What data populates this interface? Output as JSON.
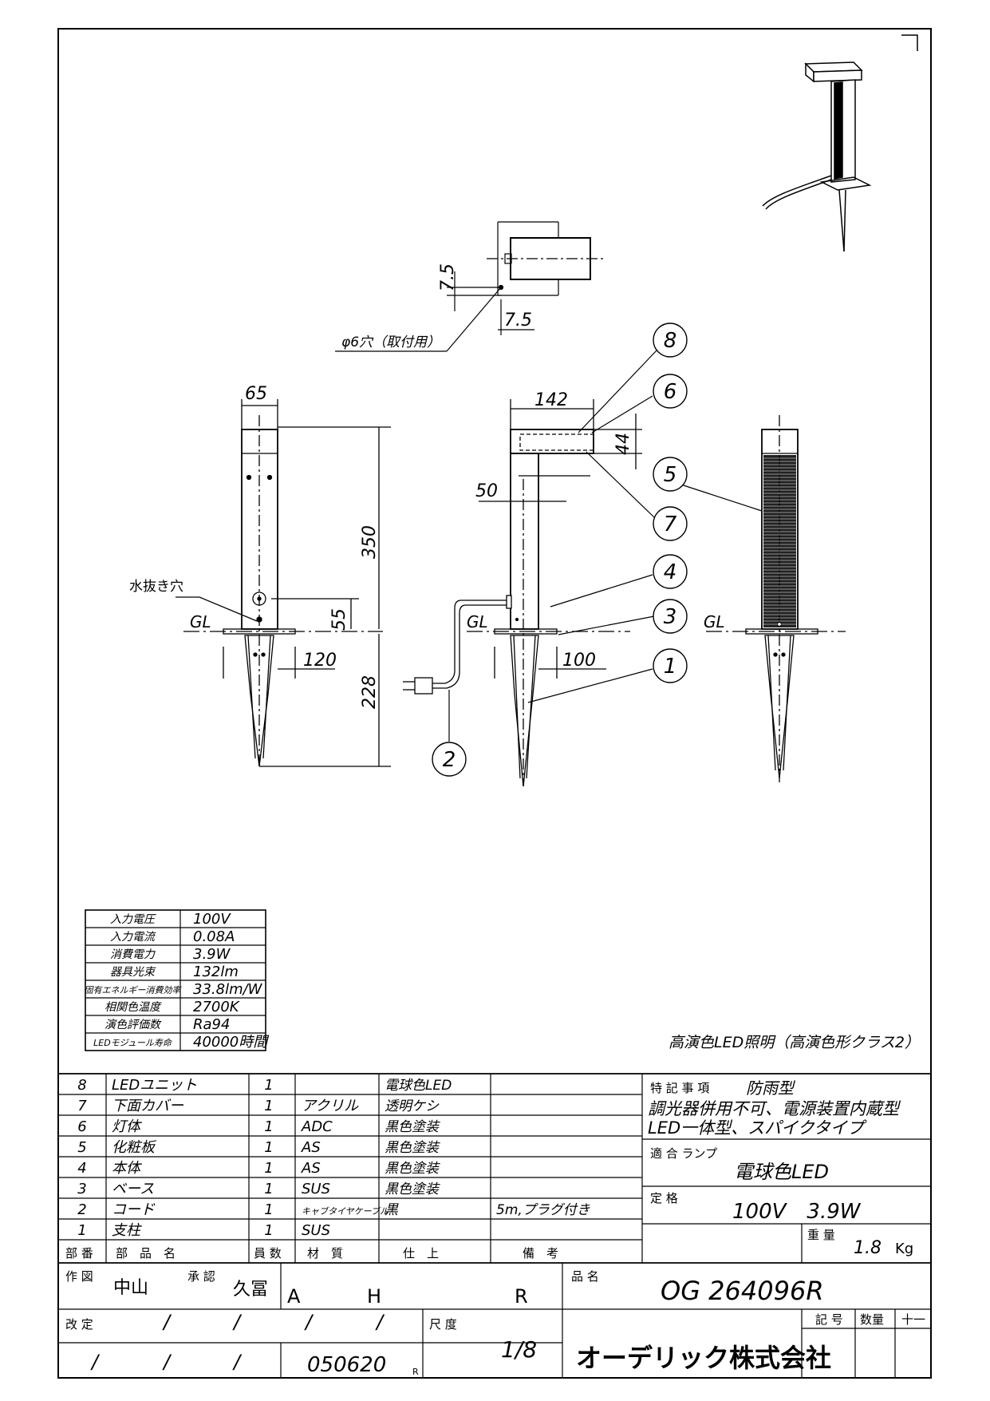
{
  "drawing": {
    "labels": {
      "hole_note": "φ6穴（取付用）",
      "drain_hole": "水抜き穴",
      "gl": "GL",
      "high_cri_note": "高演色LED照明（高演色形クラス2）"
    },
    "dimensions": {
      "d7_5_v": "7.5",
      "d7_5_h": "7.5",
      "d65": "65",
      "d350": "350",
      "d55": "55",
      "d120": "120",
      "d228": "228",
      "d142": "142",
      "d44": "44",
      "d50": "50",
      "d100": "100"
    },
    "callouts": [
      "1",
      "2",
      "3",
      "4",
      "5",
      "6",
      "7",
      "8"
    ]
  },
  "specs": [
    {
      "label": "入力電圧",
      "value": "100V"
    },
    {
      "label": "入力電流",
      "value": "0.08A"
    },
    {
      "label": "消費電力",
      "value": "3.9W"
    },
    {
      "label": "器具光束",
      "value": "132lm"
    },
    {
      "label": "固有エネルギー消費効率",
      "value": "33.8lm/W"
    },
    {
      "label": "相関色温度",
      "value": "2700K"
    },
    {
      "label": "演色評価数",
      "value": "Ra94"
    },
    {
      "label": "LEDモジュール寿命",
      "value": "40000時間"
    }
  ],
  "parts": [
    {
      "no": "8",
      "name": "LEDユニット",
      "qty": "1",
      "material": "",
      "finish": "電球色LED",
      "note": ""
    },
    {
      "no": "7",
      "name": "下面カバー",
      "qty": "1",
      "material": "アクリル",
      "finish": "透明ケシ",
      "note": ""
    },
    {
      "no": "6",
      "name": "灯体",
      "qty": "1",
      "material": "ADC",
      "finish": "黒色塗装",
      "note": ""
    },
    {
      "no": "5",
      "name": "化粧板",
      "qty": "1",
      "material": "AS",
      "finish": "黒色塗装",
      "note": ""
    },
    {
      "no": "4",
      "name": "本体",
      "qty": "1",
      "material": "AS",
      "finish": "黒色塗装",
      "note": ""
    },
    {
      "no": "3",
      "name": "ベース",
      "qty": "1",
      "material": "SUS",
      "finish": "黒色塗装",
      "note": ""
    },
    {
      "no": "2",
      "name": "コード",
      "qty": "1",
      "material": "キャブタイヤケーブル",
      "finish": "黒",
      "note": "5m,プラグ付き"
    },
    {
      "no": "1",
      "name": "支柱",
      "qty": "1",
      "material": "SUS",
      "finish": "",
      "note": ""
    }
  ],
  "parts_header": {
    "no": "部 番",
    "name": "部　品　名",
    "qty": "員 数",
    "material": "材　質",
    "finish": "仕　上",
    "note": "備　考"
  },
  "notes": {
    "special_label": "特 記 事 項",
    "special_value": "防雨型",
    "line2": "調光器併用不可、電源装置内蔵型",
    "line3": "LED一体型、スパイクタイプ",
    "lamp_label": "適 合 ランプ",
    "lamp_value": "電球色LED",
    "rating_label": "定 格",
    "rating_value": "100V　3.9W",
    "weight_label": "重 量",
    "weight_value": "1.8",
    "weight_unit": "Kg"
  },
  "title_block": {
    "drawn_label": "作 図",
    "drawn_by": "中山",
    "approved_label": "承 認",
    "approved_by": "久冨",
    "rev_a": "A",
    "rev_h": "H",
    "rev_r": "R",
    "product_label": "品 名",
    "product_no": "OG 264096R",
    "revision_label": "改 定",
    "scale_label": "尺 度",
    "scale": "1/8",
    "date": "050620",
    "date_suffix": "R",
    "company": "オーデリック株式会社",
    "symbol_label": "記 号",
    "qty_label": "数量",
    "extra_label": "十一",
    "slash": "/"
  }
}
